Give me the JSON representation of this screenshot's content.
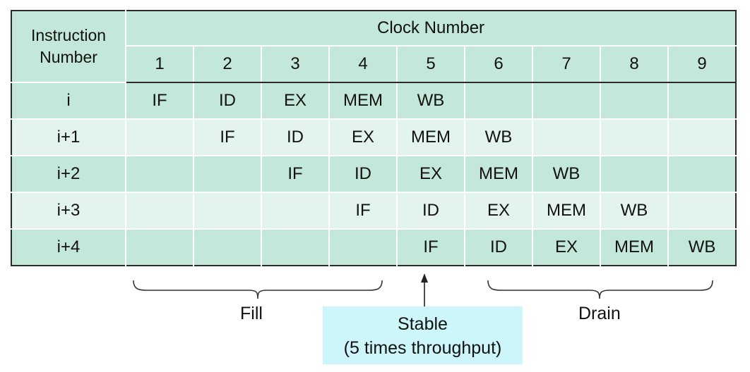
{
  "table": {
    "instruction_header": [
      "Instruction",
      "Number"
    ],
    "clock_header": "Clock Number",
    "clock_numbers": [
      "1",
      "2",
      "3",
      "4",
      "5",
      "6",
      "7",
      "8",
      "9"
    ],
    "rows": [
      {
        "instruction": "i",
        "cells": [
          "IF",
          "ID",
          "EX",
          "MEM",
          "WB",
          "",
          "",
          "",
          ""
        ]
      },
      {
        "instruction": "i+1",
        "cells": [
          "",
          "IF",
          "ID",
          "EX",
          "MEM",
          "WB",
          "",
          "",
          ""
        ]
      },
      {
        "instruction": "i+2",
        "cells": [
          "",
          "",
          "IF",
          "ID",
          "EX",
          "MEM",
          "WB",
          "",
          ""
        ]
      },
      {
        "instruction": "i+3",
        "cells": [
          "",
          "",
          "",
          "IF",
          "ID",
          "EX",
          "MEM",
          "WB",
          ""
        ]
      },
      {
        "instruction": "i+4",
        "cells": [
          "",
          "",
          "",
          "",
          "IF",
          "ID",
          "EX",
          "MEM",
          "WB"
        ]
      }
    ]
  },
  "annotations": {
    "fill": "Fill",
    "drain": "Drain",
    "stable_line1": "Stable",
    "stable_line2": "(5 times throughput)"
  },
  "colors": {
    "row_dark": "#c3e7d9",
    "row_light": "#e3f4ed",
    "stable_box": "#ccf6fa"
  }
}
